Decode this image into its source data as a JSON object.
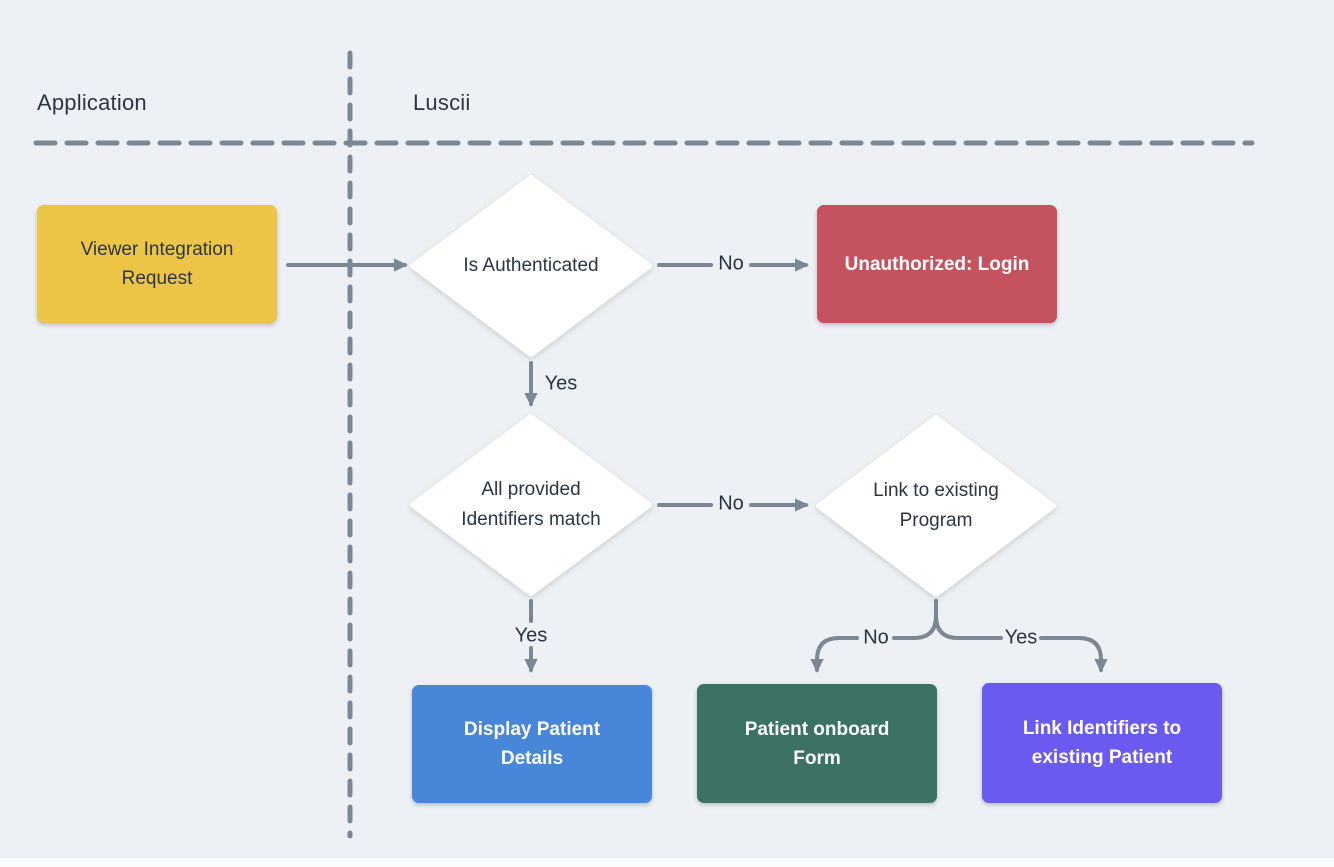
{
  "diagram": {
    "lanes": {
      "application_label": "Application",
      "luscii_label": "Luscii"
    },
    "nodes": {
      "viewer_request": {
        "label": "Viewer Integration Request",
        "shape": "rect",
        "color": "#edc546"
      },
      "is_authenticated": {
        "label": "Is Authenticated",
        "shape": "diamond",
        "color": "#ffffff"
      },
      "unauthorized_login": {
        "label": "Unauthorized: Login",
        "shape": "rect",
        "color": "#c4525f"
      },
      "identifiers_match": {
        "label": "All provided Identifiers match",
        "shape": "diamond",
        "color": "#ffffff"
      },
      "link_existing_program": {
        "label": "Link to existing Program",
        "shape": "diamond",
        "color": "#ffffff"
      },
      "display_patient_details": {
        "label": "Display Patient Details",
        "shape": "rect",
        "color": "#4786d8"
      },
      "patient_onboard_form": {
        "label": "Patient onboard Form",
        "shape": "rect",
        "color": "#3b7264"
      },
      "link_identifiers_existing": {
        "label": "Link Identifiers to existing Patient",
        "shape": "rect",
        "color": "#6a5af0"
      }
    },
    "edges": {
      "auth_no": "No",
      "auth_yes": "Yes",
      "match_no": "No",
      "match_yes": "Yes",
      "program_no": "No",
      "program_yes": "Yes"
    },
    "colors": {
      "background": "#edf1f5",
      "connector": "#7b8794",
      "text_dark": "#2a3645",
      "text_light": "#ffffff"
    }
  }
}
